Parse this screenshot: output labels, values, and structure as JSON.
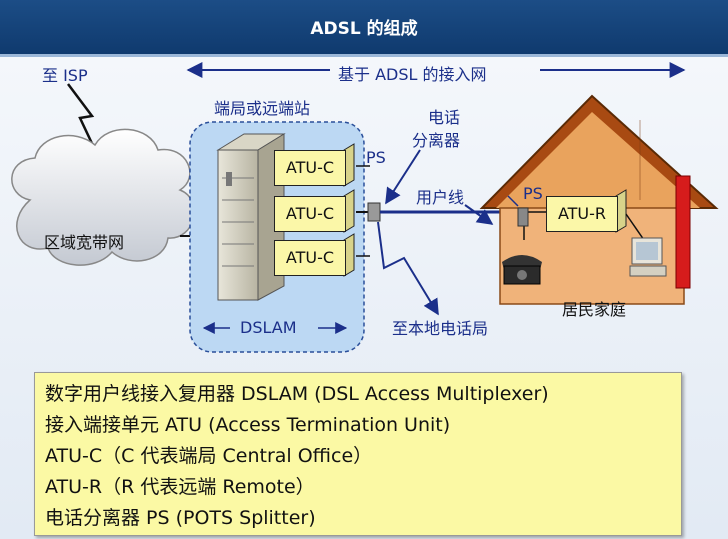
{
  "header": {
    "title": "ADSL 的组成"
  },
  "diagram": {
    "to_isp": "至 ISP",
    "access_network": "基于 ADSL 的接入网",
    "regional_network": "区域宽带网",
    "central_site": "端局或远端站",
    "dslam": "DSLAM",
    "atu_c": [
      "ATU-C",
      "ATU-C",
      "ATU-C"
    ],
    "ps_left": "PS",
    "splitter": [
      "电话",
      "分离器"
    ],
    "user_line": "用户线",
    "ps_right": "PS",
    "atu_r": "ATU-R",
    "to_exchange": "至本地电话局",
    "home": "居民家庭"
  },
  "info": {
    "lines": [
      "数字用户线接入复用器 DSLAM (DSL Access Multiplexer)",
      "接入端接单元 ATU (Access Termination Unit)",
      "ATU-C（C 代表端局 Central Office）",
      "ATU-R（R 代表远端 Remote）",
      "电话分离器 PS (POTS Splitter)"
    ]
  }
}
